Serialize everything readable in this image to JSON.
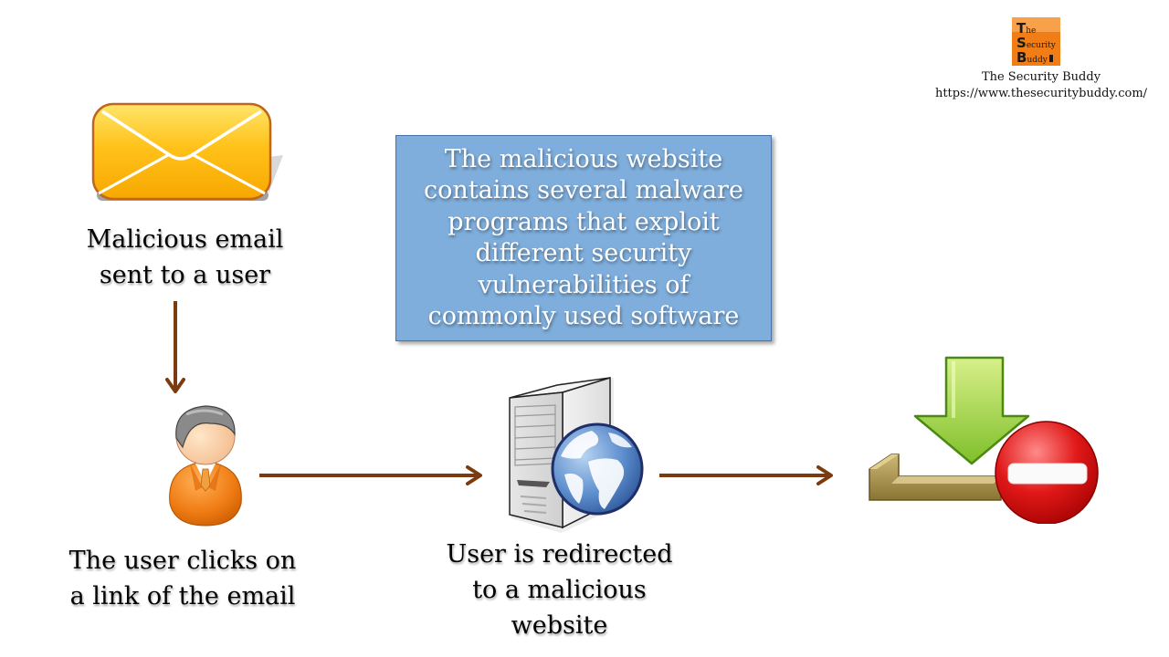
{
  "brand": {
    "logo_letters": [
      "T",
      "S",
      "B"
    ],
    "logo_words": [
      "he",
      "ecurity",
      "uddy"
    ],
    "name": "The Security Buddy",
    "url": "https://www.thesecuritybuddy.com/"
  },
  "steps": [
    {
      "icon": "envelope-icon",
      "label_lines": [
        "Malicious email",
        "sent to a user"
      ]
    },
    {
      "icon": "user-icon",
      "label_lines": [
        "The user clicks on",
        "a link of the email"
      ]
    },
    {
      "icon": "web-server-icon",
      "label_lines": [
        "User is redirected",
        "to a malicious",
        "website"
      ]
    },
    {
      "icon": "download-blocked-icon",
      "label_lines": []
    }
  ],
  "info_box": {
    "lines": [
      "The malicious website",
      "contains several malware",
      "programs that exploit",
      "different security",
      "vulnerabilities of",
      "commonly used software"
    ]
  },
  "colors": {
    "arrow": "#7b3a10",
    "info_box_bg": "#7faedc",
    "logo_orange": "#f07d15"
  }
}
